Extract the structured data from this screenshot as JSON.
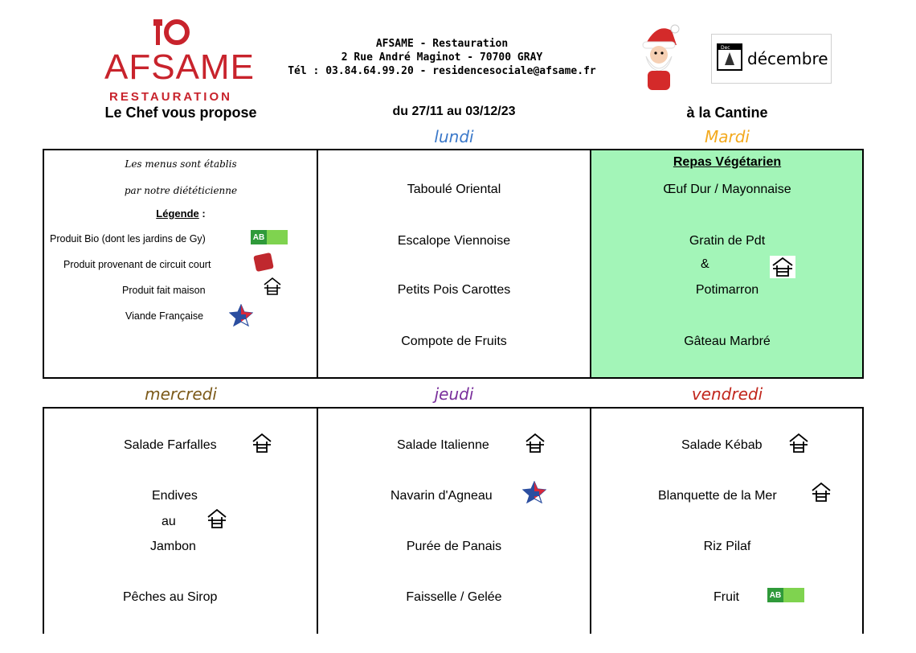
{
  "header": {
    "brand": "AFSAME",
    "brand_tag": "RESTAURATION",
    "contact_line1": "AFSAME - Restauration",
    "contact_line2": "2 Rue André Maginot - 70700 GRAY",
    "contact_line3": "Tél : 03.84.64.99.20 - residencesociale@afsame.fr",
    "calendar_label": "Dec",
    "month": "décembre",
    "chef": "Le Chef vous propose",
    "dates": "du 27/11 au 03/12/23",
    "place": "à la Cantine"
  },
  "days": {
    "lundi": "lundi",
    "mardi": "Mardi",
    "mercredi": "mercredi",
    "jeudi": "jeudi",
    "vendredi": "vendredi"
  },
  "legend": {
    "line1": "Les menus sont établis",
    "line2": "par notre diététicienne",
    "title": "Légende",
    "colon": ":",
    "bio": "Produit Bio (dont les jardins de Gy)",
    "court": "Produit provenant de circuit court",
    "maison": "Produit fait maison",
    "viande": "Viande  Française"
  },
  "menu": {
    "lundi": [
      "Taboulé Oriental",
      "Escalope Viennoise",
      "Petits Pois Carottes",
      "Compote de Fruits"
    ],
    "mardi": {
      "title": "Repas Végétarien",
      "items": [
        "Œuf Dur / Mayonnaise",
        "Gratin de Pdt",
        "&",
        "Potimarron",
        "Gâteau Marbré"
      ]
    },
    "mercredi": [
      "Salade Farfalles",
      "Endives",
      "au",
      "Jambon",
      "Pêches au Sirop"
    ],
    "jeudi": [
      "Salade Italienne",
      "Navarin d'Agneau",
      "Purée de Panais",
      "Faisselle / Gelée"
    ],
    "vendredi": [
      "Salade Kébab",
      "Blanquette de la Mer",
      "Riz Pilaf",
      "Fruit"
    ]
  },
  "badges": {
    "bio_text": "AB"
  },
  "colors": {
    "brand_red": "#c8232c",
    "lundi": "#3a78c9",
    "mardi": "#f3a91d",
    "mercredi": "#7c5a1a",
    "jeudi": "#7a2f9c",
    "vendredi": "#c1261c",
    "vegetarian_bg": "#a3f5b8"
  }
}
